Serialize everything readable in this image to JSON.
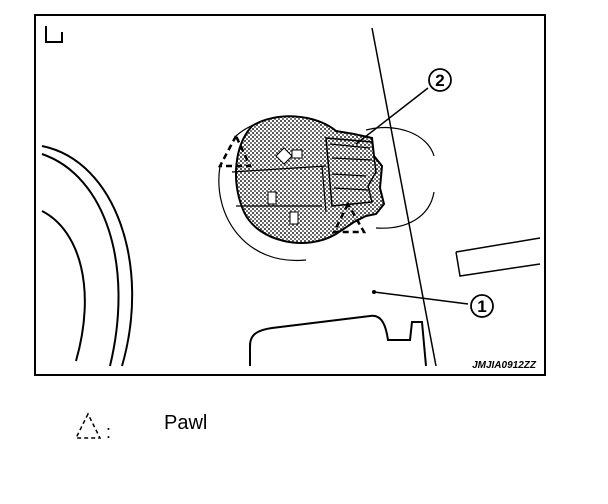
{
  "diagram": {
    "callouts": [
      {
        "number": "1"
      },
      {
        "number": "2"
      }
    ],
    "figure_code": "JMJIA0912ZZ"
  },
  "legend": {
    "symbol_name": "dashed-triangle-icon",
    "colon": ":",
    "label": "Pawl"
  },
  "colors": {
    "line": "#000000",
    "background": "#ffffff",
    "hatch": "#9a9a9a"
  }
}
